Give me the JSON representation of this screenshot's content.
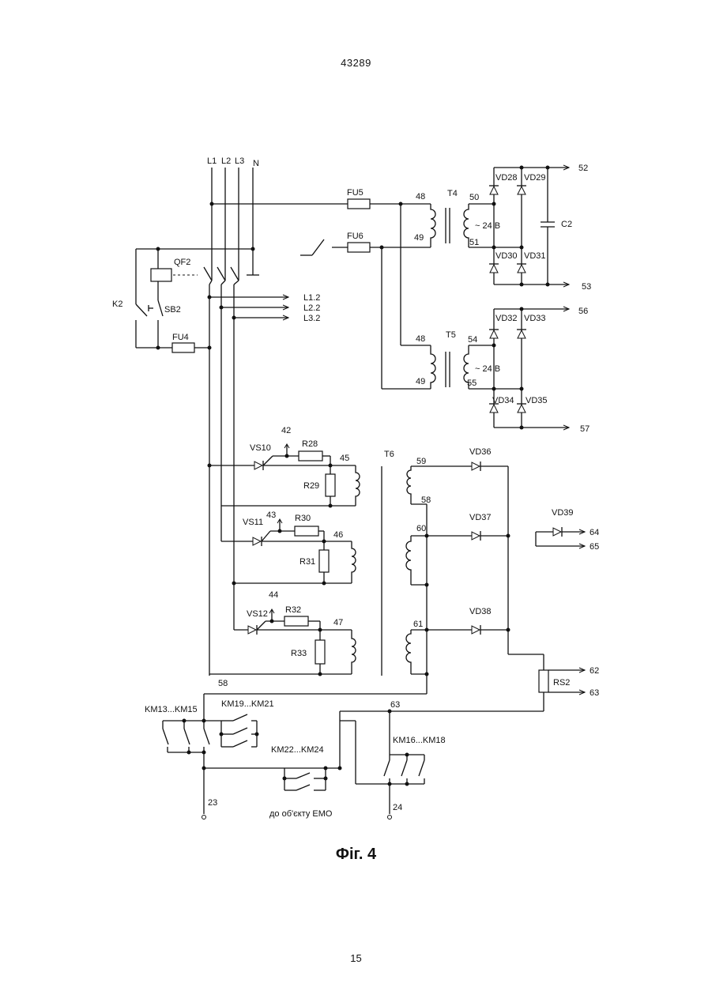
{
  "header": {
    "patent_number": "43289"
  },
  "figure": {
    "caption": "Фіг. 4"
  },
  "footer": {
    "page_number": "15"
  },
  "labels": {
    "L1": "L1",
    "L2": "L2",
    "L3": "L3",
    "N": "N",
    "QF2": "QF2",
    "K2": "K2",
    "SB2": "SB2",
    "FU4": "FU4",
    "FU5": "FU5",
    "FU6": "FU6",
    "L12": "L1.2",
    "L22": "L2.2",
    "L32": "L3.2",
    "T4": "T4",
    "T5": "T5",
    "T6": "T6",
    "v24a": "~ 24 В",
    "v24b": "~ 24 В",
    "n48a": "48",
    "n49a": "49",
    "n48b": "48",
    "n49b": "49",
    "n50": "50",
    "n51": "51",
    "n54": "54",
    "n55": "55",
    "VD28": "VD28",
    "VD29": "VD29",
    "VD30": "VD30",
    "VD31": "VD31",
    "VD32": "VD32",
    "VD33": "VD33",
    "VD34": "VD34",
    "VD35": "VD35",
    "C2": "C2",
    "o52": "52",
    "o53": "53",
    "o56": "56",
    "o57": "57",
    "VS10": "VS10",
    "VS11": "VS11",
    "VS12": "VS12",
    "R28": "R28",
    "R29": "R29",
    "R30": "R30",
    "R31": "R31",
    "R32": "R32",
    "R33": "R33",
    "n42": "42",
    "n43": "43",
    "n44": "44",
    "n45": "45",
    "n46": "46",
    "n47": "47",
    "n58": "58",
    "n58b": "58",
    "n59": "59",
    "n60": "60",
    "n61": "61",
    "VD36": "VD36",
    "VD37": "VD37",
    "VD38": "VD38",
    "VD39": "VD39",
    "o64": "64",
    "o65": "65",
    "o62": "62",
    "o63": "63",
    "RS2": "RS2",
    "n63": "63",
    "KM1315": "KM13...KM15",
    "KM1921": "KM19...KM21",
    "KM2224": "KM22...KM24",
    "KM1618": "KM16...KM18",
    "t23": "23",
    "t24": "24",
    "emo": "до об'єкту ЕМО"
  }
}
